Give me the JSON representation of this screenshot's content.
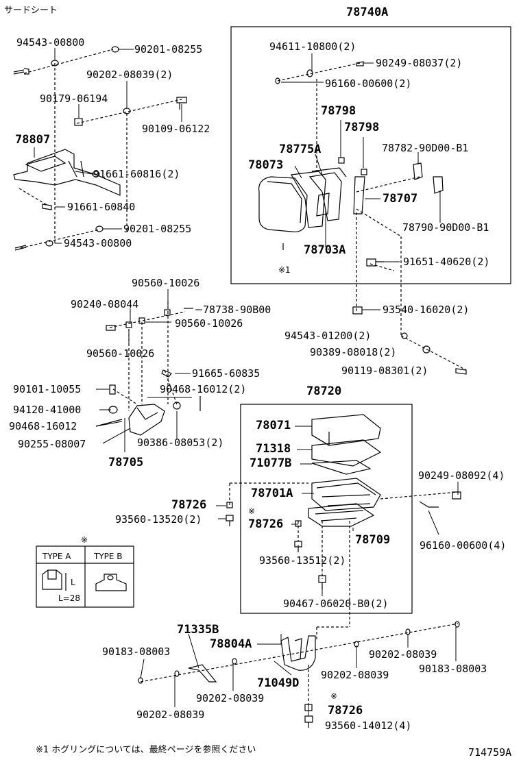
{
  "header": {
    "section_title": "サードシート",
    "figure_code": "714759A"
  },
  "assemblies": [
    {
      "id": "78740A"
    },
    {
      "id": "78720"
    }
  ],
  "parts": [
    "94543-00800",
    "90201-08255",
    "90202-08039(2)",
    "90179-06194",
    "90109-06122",
    "78807",
    "91661-60816(2)",
    "91661-60840",
    "90201-08255",
    "94543-00800",
    "94611-10800(2)",
    "90249-08037(2)",
    "96160-00600(2)",
    "78798",
    "78798",
    "78775A",
    "78782-90D00-B1",
    "78073",
    "78707",
    "78790-90D00-B1",
    "78703A",
    "※1",
    "91651-40620(2)",
    "93540-16020(2)",
    "94543-01200(2)",
    "90389-08018(2)",
    "90119-08301(2)",
    "90560-10026",
    "90240-08044",
    "78738-90B00",
    "90560-10026",
    "90560-10026",
    "91665-60835",
    "90101-10055",
    "90468-16012(2)",
    "94120-41000",
    "90468-16012",
    "90255-08007",
    "90386-08053(2)",
    "78705",
    "78071",
    "71318",
    "71077B",
    "78701A",
    "78726",
    "93560-13520(2)",
    "※",
    "78726",
    "78709",
    "93560-13512(2)",
    "90467-06020-B0(2)",
    "90249-08092(4)",
    "96160-00600(4)",
    "71335B",
    "78804A",
    "90183-08003",
    "90202-08039",
    "90183-08003",
    "71049D",
    "90202-08039",
    "90202-08039",
    "90202-08039",
    "※",
    "78726",
    "93560-14012(4)"
  ],
  "legend": {
    "mark": "※",
    "type_a": "TYPE A",
    "type_b": "TYPE B",
    "dim_l": "L",
    "dim_value": "L=28"
  },
  "footnote": "※1 ホグリングについては、最終ページを参照ください"
}
